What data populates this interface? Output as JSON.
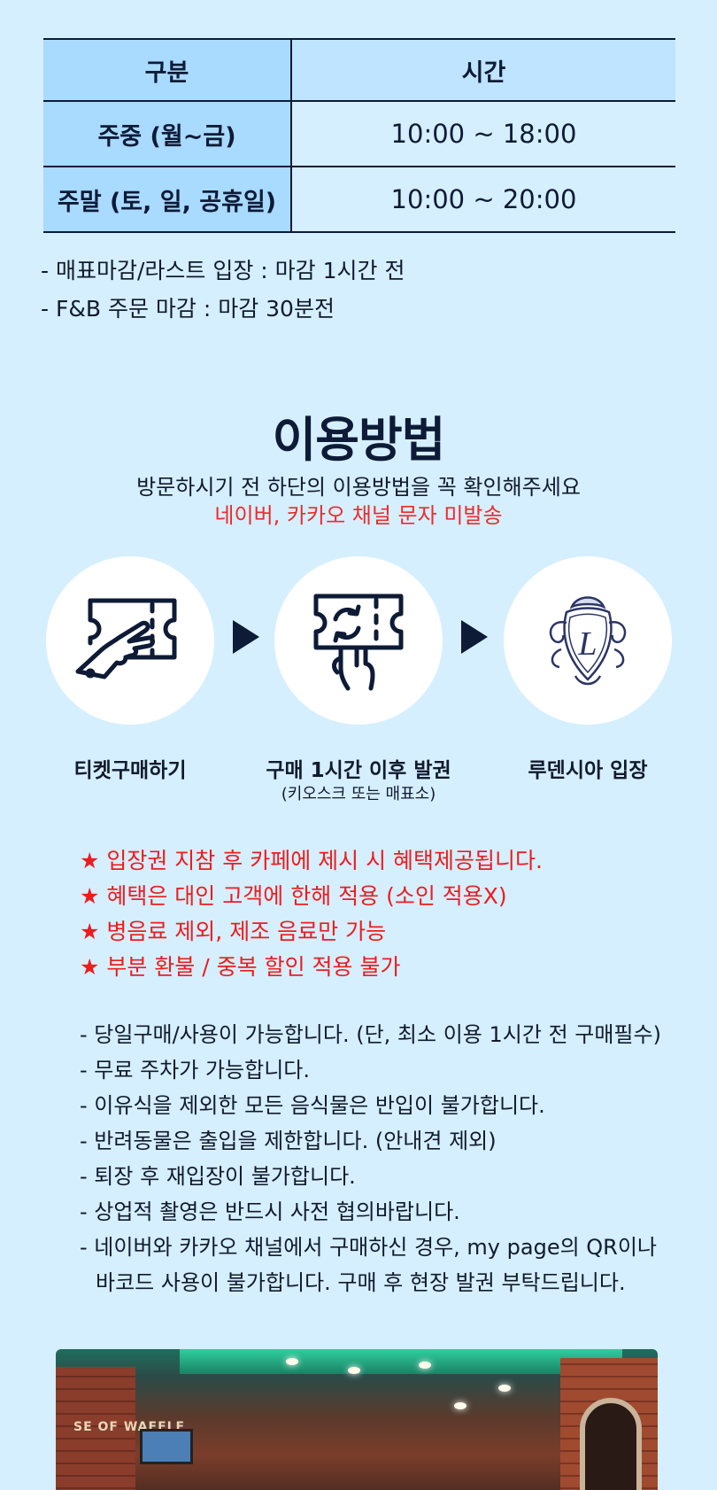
{
  "hours": {
    "header": {
      "col1": "구분",
      "col2": "시간"
    },
    "rows": [
      {
        "label": "주중 (월~금)",
        "time": "10:00 ~ 18:00"
      },
      {
        "label": "주말 (토, 일, 공휴일)",
        "time": "10:00 ~ 20:00"
      }
    ],
    "notes": [
      "- 매표마감/라스트 입장 : 마감 1시간 전",
      "- F&B 주문 마감 : 마감 30분전"
    ]
  },
  "usage": {
    "title": "이용방법",
    "subtitle": "방문하시기 전 하단의 이용방법을 꼭 확인해주세요",
    "warning": "네이버, 카카오 채널 문자 미발송",
    "steps": [
      {
        "label": "티켓구매하기",
        "icon": "ticket-hand-icon"
      },
      {
        "label": "구매 1시간 이후 발권",
        "sublabel": "(키오스크 또는 매표소)",
        "icon": "ticket-exchange-icon"
      },
      {
        "label": "루덴시아 입장",
        "icon": "ludensia-crest-icon"
      }
    ],
    "benefits": [
      "입장권 지참 후 카페에 제시 시 혜택제공됩니다.",
      "혜택은 대인 고객에 한해 적용 (소인 적용X)",
      "병음료 제외, 제조 음료만 가능",
      "부분 환불 / 중복 할인 적용 불가"
    ],
    "rules": [
      "당일구매/사용이 가능합니다. (단, 최소 이용 1시간 전 구매필수)",
      "무료 주차가 가능합니다.",
      "이유식을 제외한 모든 음식물은 반입이 불가합니다.",
      "반려동물은 출입을 제한합니다. (안내견 제외)",
      "퇴장 후 재입장이 불가합니다.",
      "상업적 촬영은 반드시 사전 협의바랍니다.",
      "네이버와 카카오 채널에서 구매하신 경우, my page의 QR이나"
    ],
    "rules_continuation": "바코드 사용이 불가합니다. 구매 후 현장 발권 부탁드립니다."
  },
  "photo": {
    "sign_text": "SE OF WAFFLE"
  },
  "colors": {
    "background": "#d5efff",
    "navy": "#0d1b36",
    "header_blue": "#a9daff",
    "red": "#ee1c1c"
  }
}
